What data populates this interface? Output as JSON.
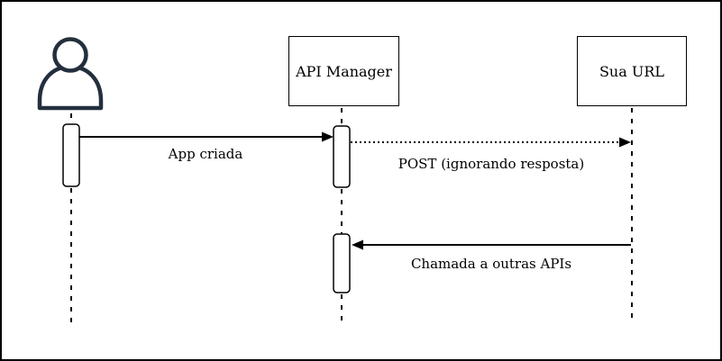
{
  "diagram": {
    "kind": "uml-sequence-diagram",
    "colors": {
      "background": "#ffffff",
      "line": "#000000",
      "actor_stroke": "#242f3d",
      "box_fill": "#ffffff"
    },
    "participants": [
      {
        "id": "user",
        "kind": "actor",
        "label": ""
      },
      {
        "id": "api-manager",
        "kind": "box",
        "label": "API Manager"
      },
      {
        "id": "sua-url",
        "kind": "box",
        "label": "Sua URL"
      }
    ],
    "messages": [
      {
        "label": "App criada",
        "from": "user",
        "to": "api-manager",
        "line_style": "solid"
      },
      {
        "label": "POST (ignorando resposta)",
        "from": "api-manager",
        "to": "sua-url",
        "line_style": "dotted"
      },
      {
        "label": "Chamada a outras APIs",
        "from": "sua-url",
        "to": "api-manager",
        "line_style": "solid"
      }
    ]
  }
}
